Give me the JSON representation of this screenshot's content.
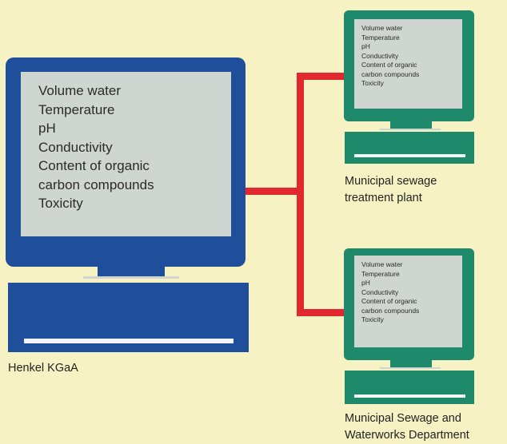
{
  "colors": {
    "background": "#f7f2c3",
    "main_computer": "#1f4e9a",
    "municipal_computer": "#1f8a6b",
    "connector": "#e0282e",
    "screen": "#cfd6d2"
  },
  "main_computer": {
    "icon": "desktop-computer-icon",
    "screen_lines": [
      "Volume water",
      "Temperature",
      "pH",
      "Conductivity",
      "Content of organic",
      "carbon compounds",
      "Toxicity"
    ],
    "caption": "Henkel KGaA"
  },
  "sewage_plant_computer": {
    "icon": "desktop-computer-icon",
    "screen_lines": [
      "Volume water",
      "Temperature",
      "pH",
      "Conductivity",
      "Content of organic",
      "carbon compounds",
      "Toxicity"
    ],
    "caption_lines": [
      "Municipal sewage",
      "treatment plant"
    ]
  },
  "waterworks_computer": {
    "icon": "desktop-computer-icon",
    "screen_lines": [
      "Volume water",
      "Temperature",
      "pH",
      "Conductivity",
      "Content of organic",
      "carbon compounds",
      "Toxicity"
    ],
    "caption_lines": [
      "Municipal Sewage and",
      "Waterworks Department"
    ]
  }
}
